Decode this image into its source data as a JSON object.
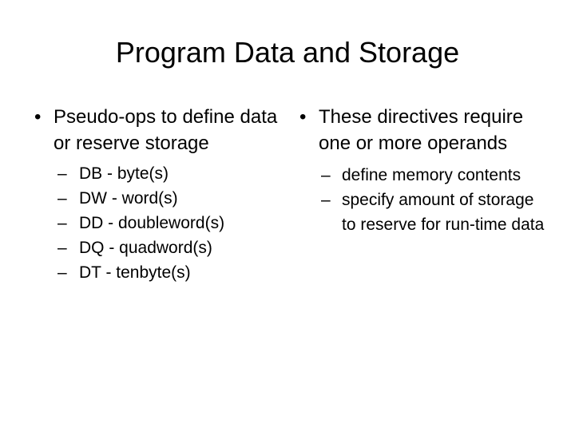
{
  "slide": {
    "title": "Program Data and Storage",
    "background_color": "#ffffff",
    "text_color": "#000000",
    "bullet_marker_l1": "•",
    "bullet_marker_l2": "–",
    "columns": [
      {
        "id": "left",
        "bullets": [
          {
            "level": 1,
            "text": "Pseudo-ops to define data or reserve storage",
            "children": [
              {
                "level": 2,
                "text": "DB - byte(s)"
              },
              {
                "level": 2,
                "text": "DW - word(s)"
              },
              {
                "level": 2,
                "text": "DD - doubleword(s)"
              },
              {
                "level": 2,
                "text": "DQ - quadword(s)"
              },
              {
                "level": 2,
                "text": "DT - tenbyte(s)"
              }
            ]
          }
        ]
      },
      {
        "id": "right",
        "bullets": [
          {
            "level": 1,
            "text": "These directives require one or more operands",
            "children": [
              {
                "level": 2,
                "text": "define memory contents"
              },
              {
                "level": 2,
                "text": "specify amount of storage to reserve for run-time data"
              }
            ]
          }
        ]
      }
    ]
  }
}
